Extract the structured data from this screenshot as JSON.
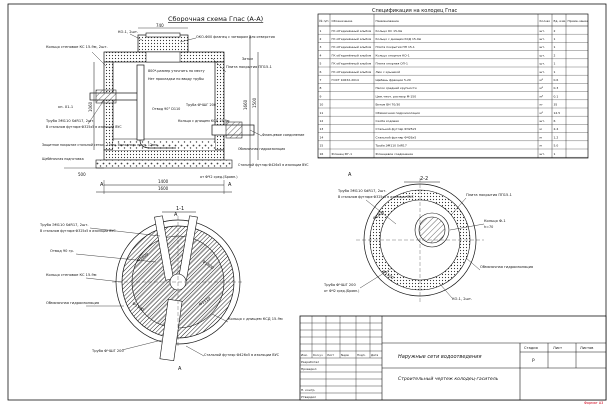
{
  "section_aa": {
    "title": "Сборочная схема Гпас (А-А)",
    "dims": {
      "d_740": "740",
      "d_1600": "1600",
      "d_1400": "1400",
      "d_1060": "1060",
      "d_500": "500",
      "d_1500": "1500",
      "d_1660": "1660",
      "d_700": "700"
    },
    "labels": {
      "ko1": "КО-1, 2шт.",
      "okk": "ОКО-Ф00 фланец с затвором для отверстия",
      "kolca": "Кольцо стеновое КС 15-9м, 2шт.",
      "note": "800*-размер уточнить по месту",
      "plita": "Плита покрытия ПП15-1",
      "note2": "Нет прокладки по вводу трубы",
      "truba": "Труба ЭМ110 SdR17, 2шт.",
      "truba_sub": "В стальном футляре Ф325х5 в изоляции ВУС",
      "zaschit": "Защитное покрытие стальной сетки - 10мм. Выполнить по ст. 12мм",
      "otvod": "Отвод 90° D110",
      "kolco2": "Кольцо с днищем КСД 15-9м",
      "flanec": "Фланцевое соединение",
      "truba2": "Труба ФЧШГ 200",
      "truba2_sub": "от ФЧ2 сред.(Бровн.)",
      "stal": "Стальной футляр Ф426х5 в изоляции ВУС",
      "pesok": "Щебёночная подготовка",
      "obmaz": "Обмазочная гидроизоляция",
      "kx": "кн. Х1-1",
      "zatyl": "Затыл"
    }
  },
  "section_11": {
    "title": "1-1",
    "labels": {
      "truba": "Труба ЭМ110 SdR17, 2шт.",
      "truba_sub": "В стальном футляре Ф325х5 в изоляции ВУС",
      "otvod": "Отвод 90 гр.",
      "kolco": "Кольцо стеновое КС 15-9м",
      "obmaz": "Обмазочная гидроизоляция",
      "kolco2": "Кольцо с днищем КСД 15-9м",
      "truba2": "Труба ФЧШГ 200",
      "stal": "Стальной футляр Ф426х5 в изоляции ВУС",
      "d1": "Ф1600",
      "d2": "Ф1800",
      "d3": "Ф1500",
      "d4": "Ф1110"
    }
  },
  "section_22": {
    "title": "2-2",
    "labels": {
      "plita": "Плита покрытия ПП15-1",
      "truba": "Труба ЭМ110 SdR17, 2шт.",
      "truba_sub": "В стальном футляре Ф325х5 в изоляции ВУС",
      "truba2": "Труба ФЧШГ 200",
      "truba2_sub": "от ФЧ2 сред.(Бровн.)",
      "obmaz": "Обмазочная гидроизоляция",
      "ko": "КО-1, 2шт.",
      "kolco": "Кольцо Ф-1",
      "kolco_sub": "h=70",
      "d1": "Ф1800",
      "d2": "Ф1500"
    }
  },
  "spec": {
    "title": "Спецификация на колодец Гпас",
    "headers": [
      "№ п/п",
      "Обозначение",
      "Наименование",
      "Кол-во",
      "Ед. изм.",
      "Приме-чание"
    ],
    "rows": [
      [
        "1",
        "ГК об'единённый альбом",
        "Кольцо КС 15-9м",
        "",
        "шт.",
        "2"
      ],
      [
        "2",
        "ГК об'единённый альбом",
        "Кольцо с днищем КСД 15-9м",
        "",
        "шт.",
        "1"
      ],
      [
        "3",
        "ГК об'единённый альбом",
        "Плита покрытия ПП 15-1",
        "",
        "шт.",
        "1"
      ],
      [
        "4",
        "ГК об'единённый альбом",
        "Кольцо опорное КО-1",
        "",
        "шт.",
        "2"
      ],
      [
        "5",
        "ГК об'единённый альбом",
        "Плита опорная ОП-1",
        "",
        "шт.",
        "1"
      ],
      [
        "6",
        "ГК об'единённый альбом",
        "Люк с крышкой",
        "",
        "шт.",
        "1"
      ],
      [
        "7",
        "ГОСТ 10632-2014",
        "Щебень фракции 5-20",
        "",
        "м³",
        "0.6"
      ],
      [
        "8",
        "",
        "Песок средней крупности",
        "",
        "м³",
        "0.3"
      ],
      [
        "9",
        "",
        "Цем.-песч. раствор М-150",
        "",
        "м³",
        "0.1"
      ],
      [
        "10",
        "",
        "Битум БН 70/30",
        "",
        "кг",
        "35"
      ],
      [
        "11",
        "",
        "Обмазочная гидроизоляция",
        "",
        "м²",
        "12.5"
      ],
      [
        "12",
        "",
        "Скоба ходовая",
        "",
        "шт.",
        "6"
      ],
      [
        "13",
        "",
        "Стальной футляр Ф325х5",
        "",
        "м",
        "2.4"
      ],
      [
        "14",
        "",
        "Стальной футляр Ф426х5",
        "",
        "м",
        "1.2"
      ],
      [
        "15",
        "",
        "Труба ЭМ110 SdR17",
        "",
        "м",
        "5.0"
      ],
      [
        "16",
        "Фланец ФГ-1",
        "Фланцевое соединение",
        "",
        "шт.",
        "1"
      ]
    ]
  },
  "titleblock": {
    "left_cells": [
      "Изм.",
      "Кол.уч",
      "Лист",
      "№док",
      "Подп.",
      "Дата"
    ],
    "role_rows": [
      "Разработал",
      "Проверил",
      "",
      "",
      "Н. контр.",
      "Утвердил"
    ],
    "main_title": "Наружные сети водоотведения",
    "subtitle": "Строительный чертеж колодец-гаситель",
    "headers": [
      "Стадия",
      "Лист",
      "Листов"
    ],
    "stage": "Р",
    "sheet": "",
    "sheets": ""
  },
  "footer": {
    "format": "Формат А3"
  },
  "colors": {
    "ink": "#111111",
    "hatch": "#555555",
    "accent": "#d0021b"
  }
}
